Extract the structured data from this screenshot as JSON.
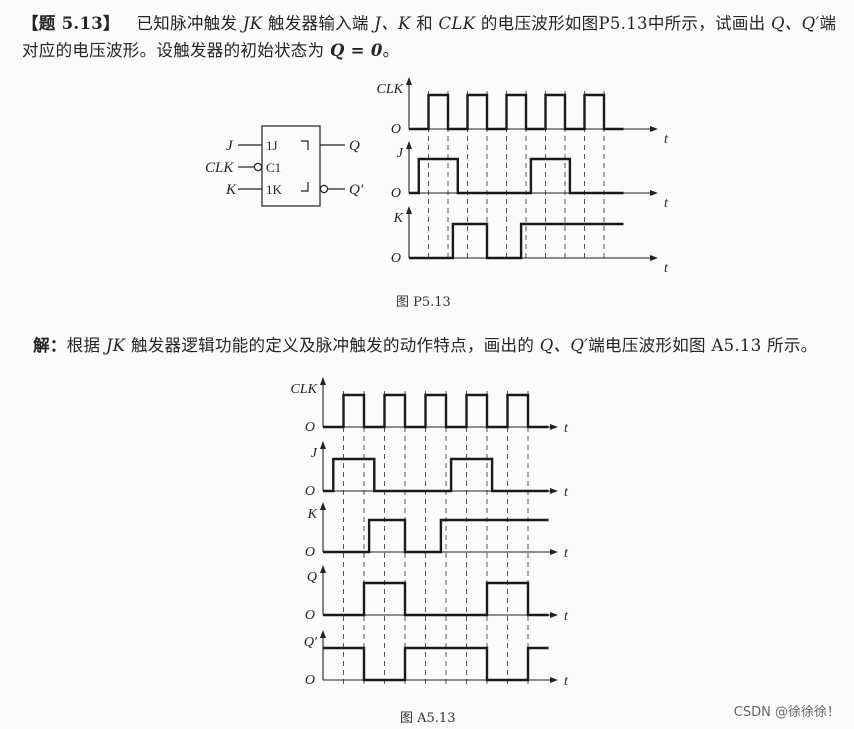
{
  "problem": {
    "tag": "【题 5.13】",
    "text_a": "已知脉冲触发 ",
    "jk": "JK",
    "text_b": " 触发器输入端 ",
    "jkvars": "J、K",
    "text_c": " 和 ",
    "clk": "CLK",
    "text_d": " 的电压波形如图P5.13中所示，试画出 ",
    "qq": "Q、Q′",
    "text_e": "端对应的电压波形。设触发器的初始状态为 ",
    "q0": "Q = 0",
    "text_f": "。"
  },
  "solution": {
    "tag": "解：",
    "text_a": "根据 ",
    "jk": "JK",
    "text_b": " 触发器逻辑功能的定义及脉冲触发的动作特点，画出的 ",
    "qq": "Q、Q′",
    "text_c": "端电压波形如图 A5.13 所示。"
  },
  "figure1": {
    "caption": "图 P5.13",
    "symbol": {
      "pin_j": "J",
      "pin_clk": "CLK",
      "pin_k": "K",
      "label_1j": "1J",
      "label_c1": "C1",
      "label_1k": "1K",
      "out_q": "Q",
      "out_qn": "Q′"
    }
  },
  "figure2": {
    "caption": "图 A5.13"
  },
  "axis": {
    "origin": "O",
    "time": "t"
  },
  "watermark": "CSDN @徐徐徐！",
  "chart_data": [
    {
      "type": "line",
      "title": "",
      "x_unit": "clock periods",
      "series": [
        {
          "name": "CLK",
          "x": [
            0,
            0.5,
            0.5,
            1,
            1,
            1.5,
            1.5,
            2,
            2,
            2.5,
            2.5,
            3,
            3,
            3.5,
            3.5,
            4,
            4,
            4.5,
            4.5,
            5,
            5,
            5.5
          ],
          "values": [
            0,
            0,
            1,
            1,
            0,
            0,
            1,
            1,
            0,
            0,
            1,
            1,
            0,
            0,
            1,
            1,
            0,
            0,
            1,
            1,
            0,
            0
          ]
        },
        {
          "name": "J",
          "x": [
            0,
            0.25,
            0.25,
            1.25,
            1.25,
            3.125,
            3.125,
            4.125,
            4.125,
            5.5
          ],
          "values": [
            0,
            0,
            1,
            1,
            0,
            0,
            1,
            1,
            0,
            0
          ]
        },
        {
          "name": "K",
          "x": [
            0,
            1.125,
            1.125,
            2,
            2,
            2.875,
            2.875,
            5.5
          ],
          "values": [
            0,
            0,
            1,
            1,
            0,
            0,
            1,
            1
          ]
        }
      ]
    },
    {
      "type": "line",
      "title": "",
      "x_unit": "clock periods",
      "series": [
        {
          "name": "CLK",
          "x": [
            0,
            0.5,
            0.5,
            1,
            1,
            1.5,
            1.5,
            2,
            2,
            2.5,
            2.5,
            3,
            3,
            3.5,
            3.5,
            4,
            4,
            4.5,
            4.5,
            5,
            5,
            5.5
          ],
          "values": [
            0,
            0,
            1,
            1,
            0,
            0,
            1,
            1,
            0,
            0,
            1,
            1,
            0,
            0,
            1,
            1,
            0,
            0,
            1,
            1,
            0,
            0
          ]
        },
        {
          "name": "J",
          "x": [
            0,
            0.25,
            0.25,
            1.25,
            1.25,
            3.125,
            3.125,
            4.125,
            4.125,
            5.5
          ],
          "values": [
            0,
            0,
            1,
            1,
            0,
            0,
            1,
            1,
            0,
            0
          ]
        },
        {
          "name": "K",
          "x": [
            0,
            1.125,
            1.125,
            2,
            2,
            2.875,
            2.875,
            5.5
          ],
          "values": [
            0,
            0,
            1,
            1,
            0,
            0,
            1,
            1
          ]
        },
        {
          "name": "Q",
          "x": [
            0,
            1,
            1,
            2,
            2,
            4,
            4,
            5,
            5,
            5.5
          ],
          "values": [
            0,
            0,
            1,
            1,
            0,
            0,
            1,
            1,
            0,
            0
          ]
        },
        {
          "name": "Q′",
          "x": [
            0,
            1,
            1,
            2,
            2,
            4,
            4,
            5,
            5,
            5.5
          ],
          "values": [
            1,
            1,
            0,
            0,
            1,
            1,
            0,
            0,
            1,
            1
          ]
        }
      ]
    }
  ]
}
